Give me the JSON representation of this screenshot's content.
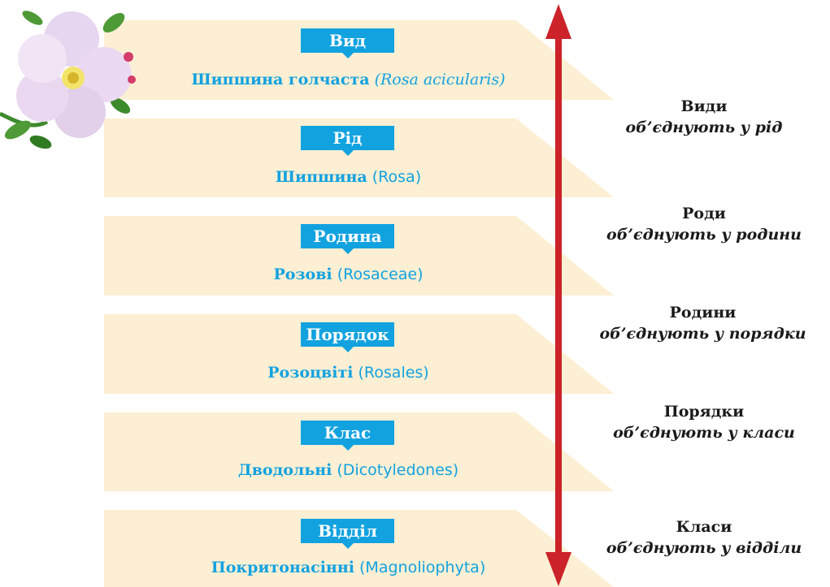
{
  "colors": {
    "band": "#fdefd3",
    "tag": "#12a2e0",
    "arrow": "#cc2229",
    "text": "#1a1a1a"
  },
  "levels": [
    {
      "tag": "Вид",
      "name_uk": "Шипшина голчаста",
      "name_lat": "(Rosa acicularis)"
    },
    {
      "tag": "Рід",
      "name_uk": "Шипшина",
      "name_lat": "(Rosa)"
    },
    {
      "tag": "Родина",
      "name_uk": "Розові",
      "name_lat": "(Rosaceae)"
    },
    {
      "tag": "Порядок",
      "name_uk": "Розоцвіті",
      "name_lat": "(Rosales)"
    },
    {
      "tag": "Клас",
      "name_uk": "Дводольні",
      "name_lat": "(Dicotyledones)"
    },
    {
      "tag": "Відділ",
      "name_uk": "Покритонасінні",
      "name_lat": "(Magnoliophyta)"
    }
  ],
  "rules": [
    {
      "title": "Види",
      "subtitle": "об’єднують  у рід"
    },
    {
      "title": "Роди",
      "subtitle": "об’єднують у родини"
    },
    {
      "title": "Родини",
      "subtitle": "об’єднують у порядки"
    },
    {
      "title": "Порядки",
      "subtitle": "об’єднують у класи"
    },
    {
      "title": "Класи",
      "subtitle": "об’єднують у відділи"
    }
  ]
}
